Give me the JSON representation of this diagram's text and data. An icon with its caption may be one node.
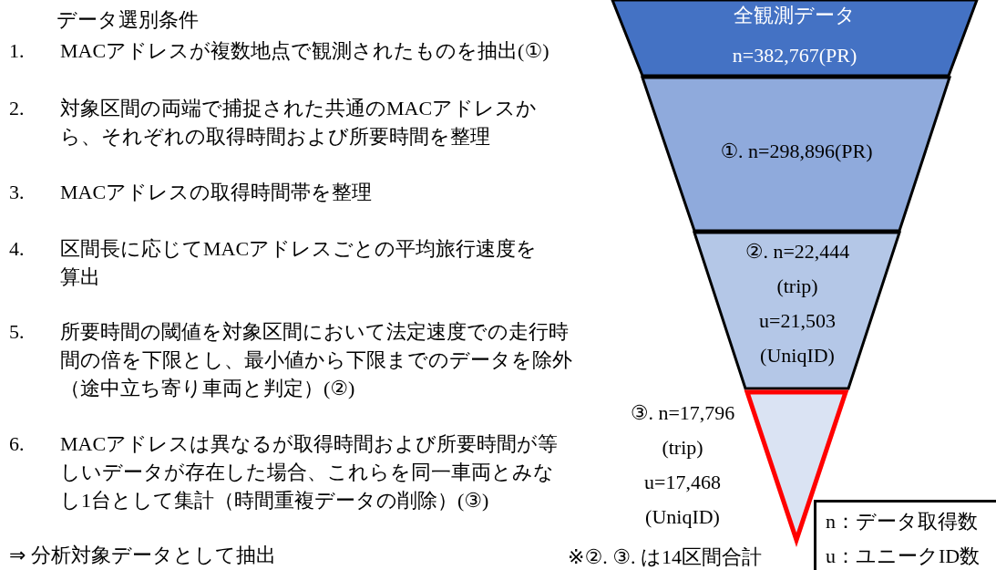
{
  "diagram": {
    "nodes": [
      {
        "text": [
          "全観測データ",
          "n=382,767(PR)"
        ]
      },
      {
        "text": [
          "①. n=298,896(PR)"
        ]
      },
      {
        "text": [
          "②. n=22,444 (trip) u=21,503 (UniqID)"
        ]
      },
      {
        "text": [],
        "shape": "triangle",
        "beside": [
          "③. n=17,796 (trip) u=17,468 (UniqID)"
        ]
      },
      {
        "text": [
          "n：データ取得数",
          "u：ユニークID数"
        ]
      }
    ],
    "edges": [],
    "labels": [
      "データ選別条件",
      "1.",
      "MACアドレスが複数地点で観測されたものを抽出(①)",
      "2.",
      "対象区間の両端で捕捉された共通のMACアドレスから、それぞれの取得時間および所要時間を整理",
      "3.",
      "MACアドレスの取得時間帯を整理",
      "4.",
      "区間長に応じてMACアドレスごとの平均旅行速度を算出",
      "5.",
      "所要時間の閾値を対象区間において法定速度での走行時間の倍を下限とし、最小値から下限までのデータを除外（途中立ち寄り車両と判定）(②)",
      "6.",
      "MACアドレスは異なるが取得時間および所要時間が等しいデータが存在した場合、これらを同一車両とみなし1台として集計（時間重複データの削除）(③)",
      "⇒ 分析対象データとして抽出",
      "※②. ③. は14区間合計"
    ]
  }
}
